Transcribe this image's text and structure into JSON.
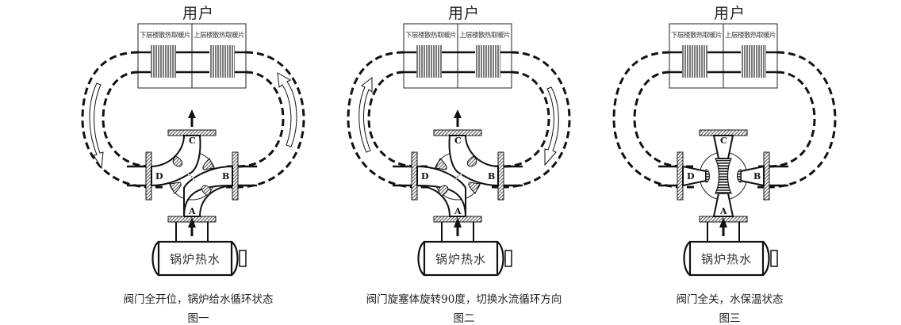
{
  "figures": [
    {
      "id": "fig1",
      "user_label": "用户",
      "radiators": [
        "下层楼散热取暖片",
        "上层楼散热取暖片"
      ],
      "boiler_label": "锅炉热水",
      "ports": {
        "a": "A",
        "b": "B",
        "c": "C",
        "d": "D"
      },
      "valve_state": "open-crossflow",
      "flow_arrows": {
        "left": "down",
        "right": "up"
      },
      "outlet_arrow": true,
      "caption": "阀门全开位，锅炉给水循环状态",
      "figure_label": "图一"
    },
    {
      "id": "fig2",
      "user_label": "用户",
      "radiators": [
        "下层楼散热取暖片",
        "上层楼散热取暖片"
      ],
      "boiler_label": "锅炉热水",
      "ports": {
        "a": "A",
        "b": "B",
        "c": "C",
        "d": "D"
      },
      "valve_state": "rotated-90",
      "flow_arrows": {
        "left": "up",
        "right": "down"
      },
      "outlet_arrow": true,
      "caption": "阀门旋塞体旋转90度，切换水流循环方向",
      "figure_label": "图二"
    },
    {
      "id": "fig3",
      "user_label": "用户",
      "radiators": [
        "下层楼散热取暖片",
        "上层楼散热取暖片"
      ],
      "boiler_label": "锅炉热水",
      "ports": {
        "a": "A",
        "b": "B",
        "c": "C",
        "d": "D"
      },
      "valve_state": "closed",
      "flow_arrows": {
        "left": "none",
        "right": "none"
      },
      "outlet_arrow": false,
      "caption": "阀门全关，水保温状态",
      "figure_label": "图三"
    }
  ],
  "colors": {
    "line": "#111111",
    "hatch": "#555555",
    "background": "#ffffff"
  }
}
